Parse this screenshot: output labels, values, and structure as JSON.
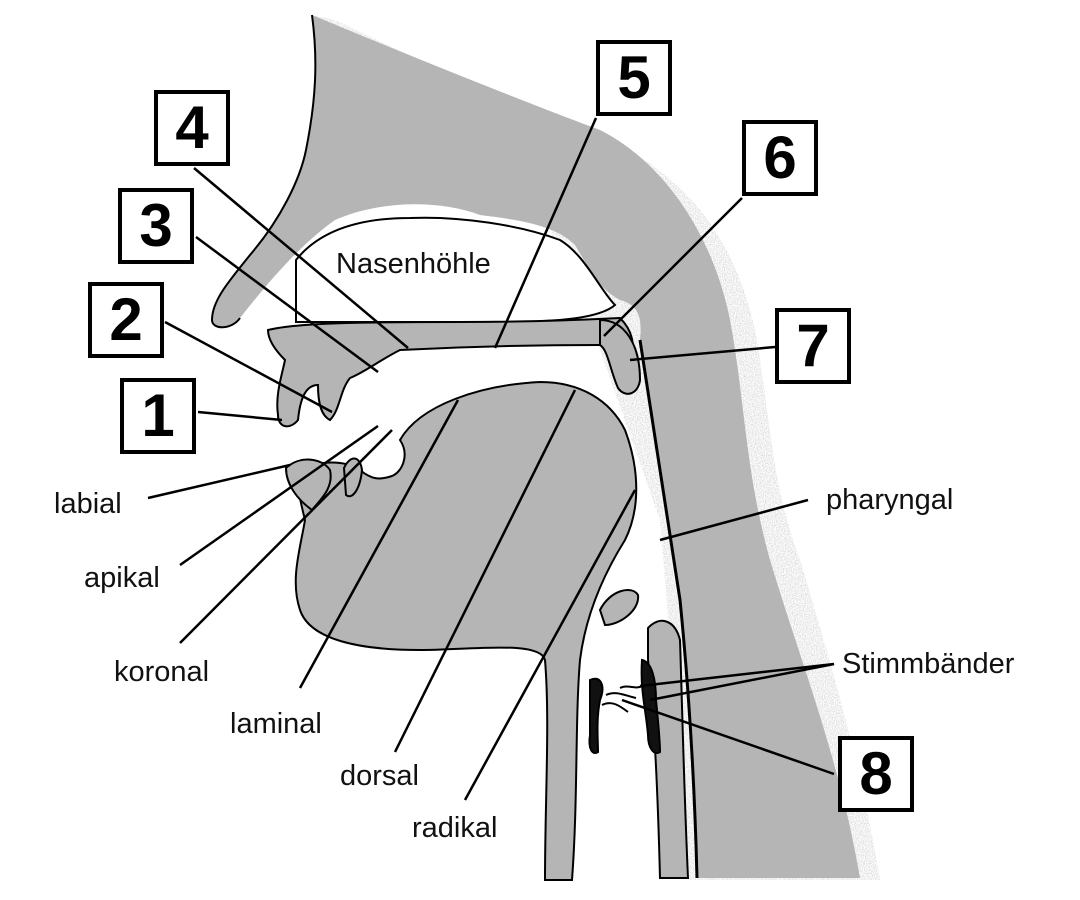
{
  "colors": {
    "tissue": "#b5b5b5",
    "bone_speckle": "#c2c2c2",
    "outline": "#000000",
    "background": "#ffffff"
  },
  "labels": {
    "nasal_cavity": "Nasenhöhle",
    "labial": "labial",
    "apical": "apikal",
    "coronal": "koronal",
    "laminal": "laminal",
    "dorsal": "dorsal",
    "radical": "radikal",
    "pharyngeal": "pharyngal",
    "vocal_folds": "Stimmbänder"
  },
  "numbers": {
    "n1": "1",
    "n2": "2",
    "n3": "3",
    "n4": "4",
    "n5": "5",
    "n6": "6",
    "n7": "7",
    "n8": "8"
  }
}
